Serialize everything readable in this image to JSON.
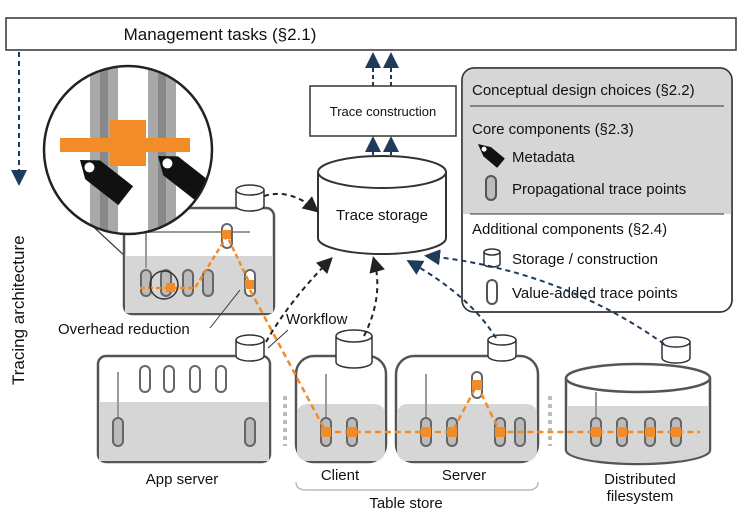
{
  "header": {
    "title": "Management tasks (§2.1)"
  },
  "side_label": "Tracing architecture",
  "trace_construction": "Trace construction",
  "trace_storage": "Trace storage",
  "legend": {
    "title": "Conceptual design choices (§2.2)",
    "core_title": "Core components (§2.3)",
    "metadata": "Metadata",
    "propagational": "Propagational trace points",
    "additional_title": "Additional components (§2.4)",
    "storage": "Storage / construction",
    "value_added": "Value-added trace points"
  },
  "labels": {
    "overhead": "Overhead reduction",
    "workflow": "Workflow",
    "app_server": "App server",
    "client": "Client",
    "server": "Server",
    "table_store": "Table store",
    "dist_fs_1": "Distributed",
    "dist_fs_2": "filesystem"
  },
  "colors": {
    "orange": "#f28c28",
    "dark_blue": "#1f3b5a",
    "panel_gray": "#d6d6d6",
    "box_gray": "#e6e6e6",
    "stroke": "#555555"
  }
}
